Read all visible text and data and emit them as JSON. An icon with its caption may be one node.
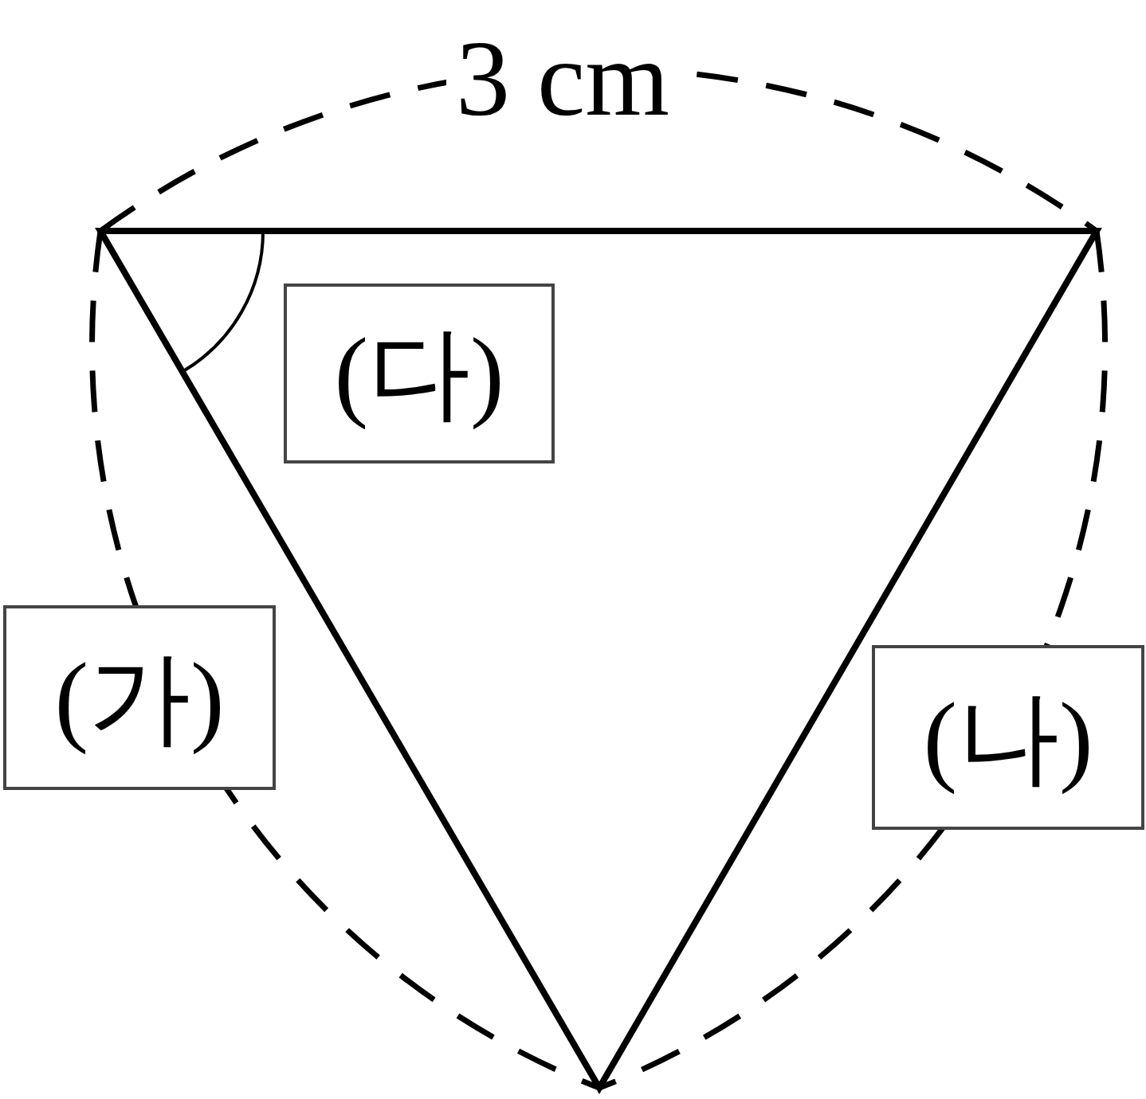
{
  "diagram": {
    "nodes": [
      {
        "text": [
          "(다)"
        ]
      },
      {
        "text": [
          "(가)"
        ]
      },
      {
        "text": [
          "(나)"
        ]
      }
    ],
    "labels": [
      "3 cm"
    ]
  }
}
